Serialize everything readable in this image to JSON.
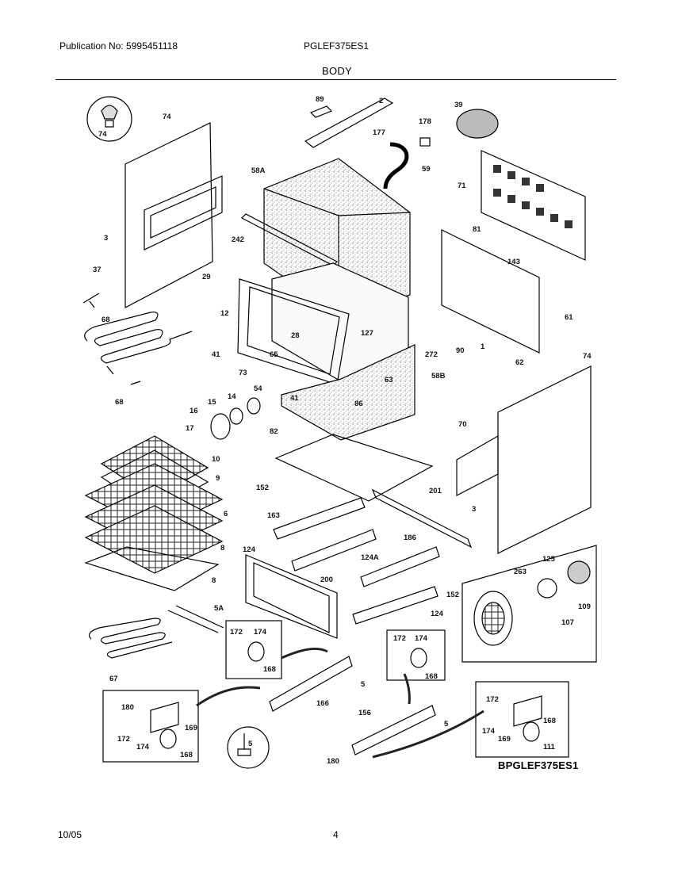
{
  "header": {
    "publication": "Publication No: 5995451118",
    "model": "PGLEF375ES1",
    "section": "BODY"
  },
  "footer": {
    "date": "10/05",
    "page": "4"
  },
  "diagram_code": "BPGLEF375ES1",
  "part_labels": [
    "74",
    "74",
    "3",
    "37",
    "29",
    "12",
    "68",
    "68",
    "89",
    "2",
    "177",
    "178",
    "58A",
    "242",
    "59",
    "39",
    "71",
    "81",
    "143",
    "61",
    "127",
    "28",
    "41",
    "65",
    "73",
    "62",
    "74",
    "58B",
    "63",
    "272",
    "90",
    "1",
    "54",
    "14",
    "15",
    "16",
    "17",
    "41",
    "86",
    "82",
    "70",
    "3",
    "10",
    "9",
    "6",
    "8",
    "8",
    "152",
    "201",
    "163",
    "124",
    "124A",
    "186",
    "200",
    "152",
    "124",
    "5A",
    "67",
    "172",
    "174",
    "168",
    "5",
    "166",
    "172",
    "174",
    "168",
    "180",
    "172",
    "174",
    "169",
    "168",
    "5",
    "156",
    "5",
    "180",
    "172",
    "174",
    "169",
    "168",
    "111",
    "263",
    "125",
    "109",
    "107"
  ]
}
